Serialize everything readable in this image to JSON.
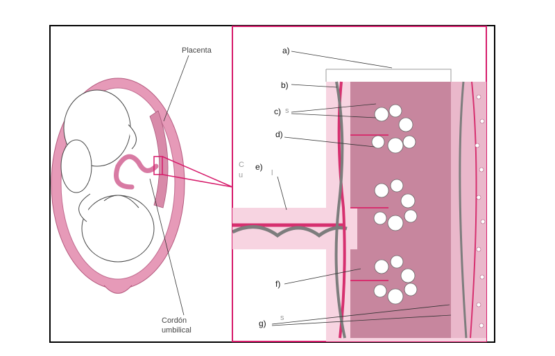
{
  "captions": {
    "placenta": "Placenta",
    "cordon_line1": "Cordón",
    "cordon_line2": "umbilical"
  },
  "labels": {
    "a": "a)",
    "b": "b)",
    "c": "c)",
    "d": "d)",
    "e": "e)",
    "f": "f)",
    "g": "g)"
  },
  "stray_text": {
    "s_c": "s",
    "s_g": "s",
    "l_e": "l",
    "c_frag": "C",
    "u_frag": "u"
  },
  "colors": {
    "uterus_pink": "#e69ab8",
    "tissue_pink": "#f7d4e1",
    "villus_mauve": "#c7869e",
    "vessel_magenta": "#d6306f",
    "vessel_gray": "#7d7d7d",
    "connector": "#d61a6a"
  }
}
